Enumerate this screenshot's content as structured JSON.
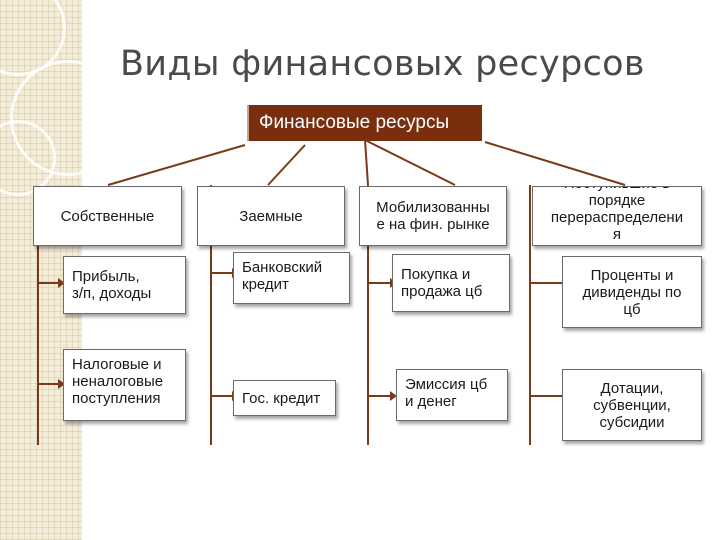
{
  "title": "Виды финансовых ресурсов",
  "root": "Финансовые ресурсы",
  "colors": {
    "root_fill": "#7a2e0e",
    "connector": "#7a3a1a"
  },
  "columns": [
    {
      "header": "Собственные",
      "items": [
        "Прибыль,\nз/п, доходы",
        "Налоговые и\nненалоговые\nпоступления"
      ]
    },
    {
      "header": "Заемные",
      "items": [
        "Банковский\nкредит",
        "Гос. кредит"
      ]
    },
    {
      "header": "Мобилизованны\nе на фин. рынке",
      "items": [
        "Покупка и\nпродажа цб",
        "Эмиссия цб\nи денег"
      ]
    },
    {
      "header": "Поступившие в\nпорядке\nперераспределени\nя",
      "items": [
        "Проценты и\nдивиденды по\nцб",
        "Дотации,\nсубвенции,\nсубсидии"
      ]
    }
  ]
}
